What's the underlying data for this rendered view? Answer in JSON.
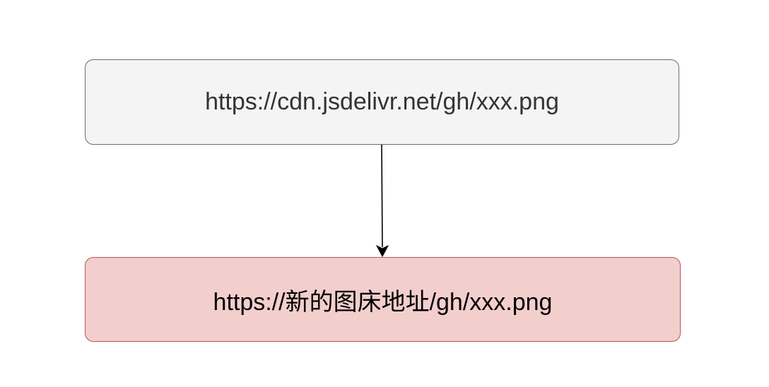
{
  "nodes": {
    "source": {
      "label": "https://cdn.jsdelivr.net/gh/xxx.png",
      "fill": "#f4f4f4",
      "stroke": "#6b6b6b",
      "text_color": "#333333"
    },
    "target": {
      "label": "https://新的图床地址/gh/xxx.png",
      "fill": "#f2cfcd",
      "stroke": "#b85450",
      "text_color": "#000000"
    }
  },
  "edge": {
    "from": "source",
    "to": "target",
    "color": "#000000"
  }
}
